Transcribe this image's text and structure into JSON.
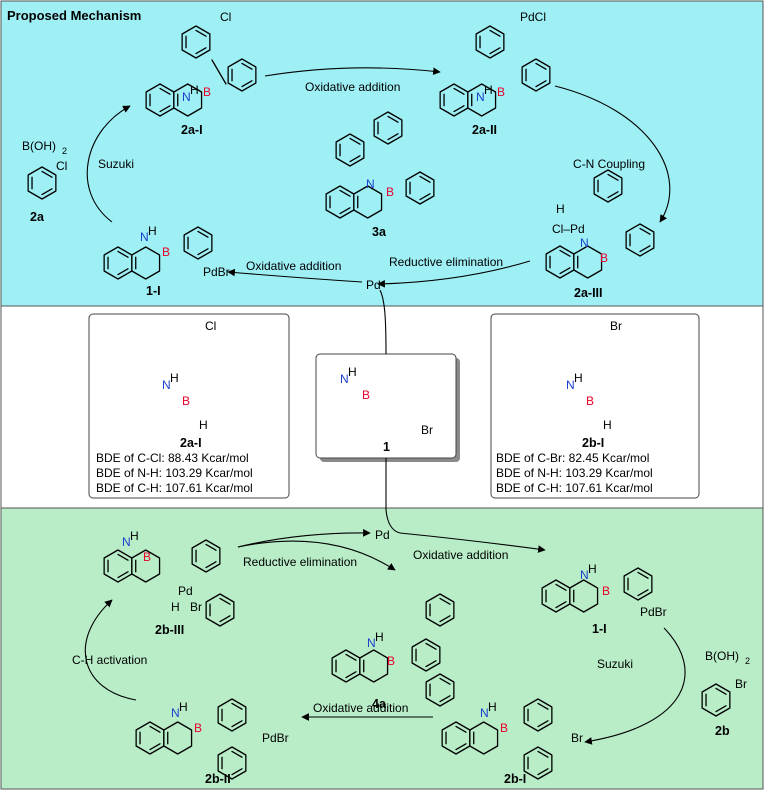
{
  "title": "Proposed Mechanism",
  "colors": {
    "top_panel": "#9ff0f5",
    "bottom_panel": "#b8edc8",
    "boron": "#e8002a",
    "nitrogen": "#1a3fd0"
  },
  "atoms": {
    "N": "N",
    "H": "H",
    "B": "B",
    "Pd": "Pd"
  },
  "structure_labels": {
    "s2aI_Cl": "Cl",
    "s2aII_PdCl": "PdCl",
    "s2a_BOH": "B(OH)",
    "s2a_sub": "2",
    "s2a_Cl": "Cl",
    "s1I_PdBr": "PdBr",
    "s2aIII_H": "H",
    "s2aIII_ClPd": "Cl–Pd",
    "box1_Cl": "Cl",
    "box1_H": "H",
    "center_Br": "Br",
    "box2_Br": "Br",
    "box2_H": "H",
    "s2bIII_H": "H",
    "s2bIII_Br": "Br",
    "s1Ib_PdBr": "PdBr",
    "s2b_BOH": "B(OH)",
    "s2b_sub": "2",
    "s2b_Br": "Br",
    "s2bII_PdBr": "PdBr",
    "s2bI_Br": "Br"
  },
  "compounds": {
    "c2aI": "2a-I",
    "c2aII": "2a-II",
    "c2a": "2a",
    "c3a": "3a",
    "c1I": "1-I",
    "c2aIII": "2a-III",
    "box1": "2a-I",
    "center": "1",
    "box2": "2b-I",
    "c2bIII": "2b-III",
    "c4a": "4a",
    "c1Ib": "1-I",
    "c2b": "2b",
    "c2bII": "2b-II",
    "c2bI": "2b-I"
  },
  "steps": {
    "top_oxidative_addition": "Oxidative addition",
    "top_suzuki": "Suzuki",
    "cn_coupling": "C-N Coupling",
    "top_reductive_elimination": "Reductive elimination",
    "top_oxidative_addition_2": "Oxidative addition",
    "pd_top": "Pd",
    "pd_bottom": "Pd",
    "bottom_reductive_elimination": "Reductive elimination",
    "bottom_oxidative_addition": "Oxidative addition",
    "bottom_suzuki": "Suzuki",
    "ch_activation": "C-H activation",
    "bottom_oxidative_addition_2": "Oxidative addition"
  },
  "bde_left": [
    "BDE of C-Cl: 88.43 Kcar/mol",
    "BDE of N-H: 103.29 Kcar/mol",
    "BDE of C-H: 107.61 Kcar/mol"
  ],
  "bde_right": [
    "BDE of C-Br: 82.45 Kcar/mol",
    "BDE of N-H: 103.29 Kcar/mol",
    "BDE of C-H: 107.61 Kcar/mol"
  ]
}
